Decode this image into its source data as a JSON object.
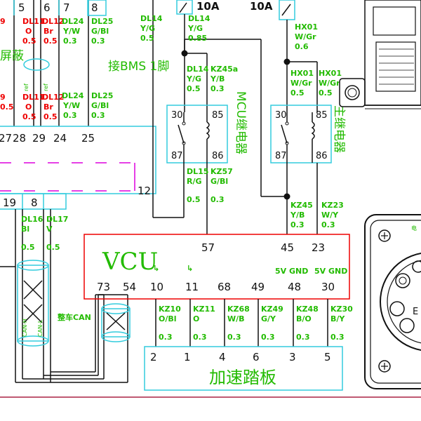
{
  "top": {
    "fuse_left": "10A",
    "fuse_right": "10A",
    "pin_5": "5",
    "pin_6": "6",
    "pin_7": "7",
    "pin_8": "8"
  },
  "wires_left": {
    "w1": [
      "DL11",
      "O",
      "0.5"
    ],
    "w2": [
      "DL12",
      "Br",
      "0.5"
    ],
    "w3": [
      "DL24",
      "Y/W",
      "0.3"
    ],
    "w4": [
      "DL25",
      "G/Bl",
      "0.3"
    ],
    "w1b": [
      "DL11",
      "O",
      "0.5"
    ],
    "w2b": [
      "DL12",
      "Br",
      "0.5"
    ],
    "w3b": [
      "DL24",
      "Y/W",
      "0.3"
    ],
    "w4b": [
      "DL25",
      "G/Bl",
      "0.3"
    ],
    "w0": "9",
    "w0b": "9",
    "w0c": "0.5",
    "screen_label": "屏蔽",
    "ref_top": "ref",
    "ref_bot": "ref"
  },
  "left_pins": {
    "p27": "27",
    "p28": "28",
    "p29": "29",
    "p24": "24",
    "p25": "25",
    "p19": "19",
    "p8": "8",
    "p12": "12"
  },
  "mcu_relay": {
    "wire_top1": [
      "DL14",
      "Y/G",
      "0.5"
    ],
    "wire_top2": [
      "DL14",
      "Y/G",
      "0.85"
    ],
    "bms_label": "接BMS 1脚",
    "wire_in1": [
      "DL14",
      "Y/G",
      "0.5"
    ],
    "wire_in2": [
      "KZ45a",
      "Y/B",
      "0.3"
    ],
    "pin30": "30",
    "pin85": "85",
    "pin87": "87",
    "pin86": "86",
    "title": "MCU继电器",
    "wire_out1": [
      "DL15",
      "R/G",
      "0.5"
    ],
    "wire_out2": [
      "KZ57",
      "G/Bl",
      "0.3"
    ]
  },
  "main_relay": {
    "wire_top": [
      "HX01",
      "W/Gr",
      "0.6"
    ],
    "wire_in1": [
      "HX01",
      "W/Gr",
      "0.5"
    ],
    "wire_in2": [
      "HX01",
      "W/Gr",
      "0.5"
    ],
    "pin30": "30",
    "pin85": "85",
    "pin87": "87",
    "pin86": "86",
    "title": "主继电器",
    "wire_out1": [
      "KZ45",
      "Y/B",
      "0.3"
    ],
    "wire_out2": [
      "KZ23",
      "W/Y",
      "0.3"
    ]
  },
  "dl_lower": {
    "w16": [
      "DL16",
      "Bl",
      "0.5"
    ],
    "w17": [
      "DL17",
      "V",
      "0.5"
    ],
    "can_h": "CAN-H",
    "can_l": "CAN-L",
    "can_label": "整车CAN"
  },
  "vcu": {
    "title": "VCU",
    "pin57": "57",
    "pin45": "45",
    "pin23": "23",
    "gnd_5v_a": "5V GND",
    "gnd_5v_b": "5V GND",
    "pin73": "73",
    "pin54": "54",
    "pin10": "10",
    "pin11": "11",
    "pin68": "68",
    "pin49": "49",
    "pin48": "48",
    "pin30": "30",
    "sym1": "↳",
    "sym2": "↳"
  },
  "pedal_wires": {
    "kz10": [
      "KZ10",
      "O/Bl",
      "0.3"
    ],
    "kz11": [
      "KZ11",
      "O",
      "0.3"
    ],
    "kz68": [
      "KZ68",
      "W/B",
      "0.3"
    ],
    "kz49": [
      "KZ49",
      "G/Y",
      "0.3"
    ],
    "kz48": [
      "KZ48",
      "B/O",
      "0.3"
    ],
    "kz30": [
      "KZ30",
      "B/Y",
      "0.3"
    ]
  },
  "pedal": {
    "title": "加速踏板",
    "p2": "2",
    "p1": "1",
    "p4": "4",
    "p6": "6",
    "p3": "3",
    "p5": "5"
  },
  "connector_right": {
    "e_label": "E",
    "tiny_label": "电"
  },
  "colors": {
    "wire": "#111111",
    "relay_box": "#33ccdd",
    "green_text": "#22bb00",
    "red_text": "#ee0000",
    "magenta_dash": "#dd00dd",
    "vcu_box": "#ee0000",
    "cyan_box": "#33ccdd"
  }
}
